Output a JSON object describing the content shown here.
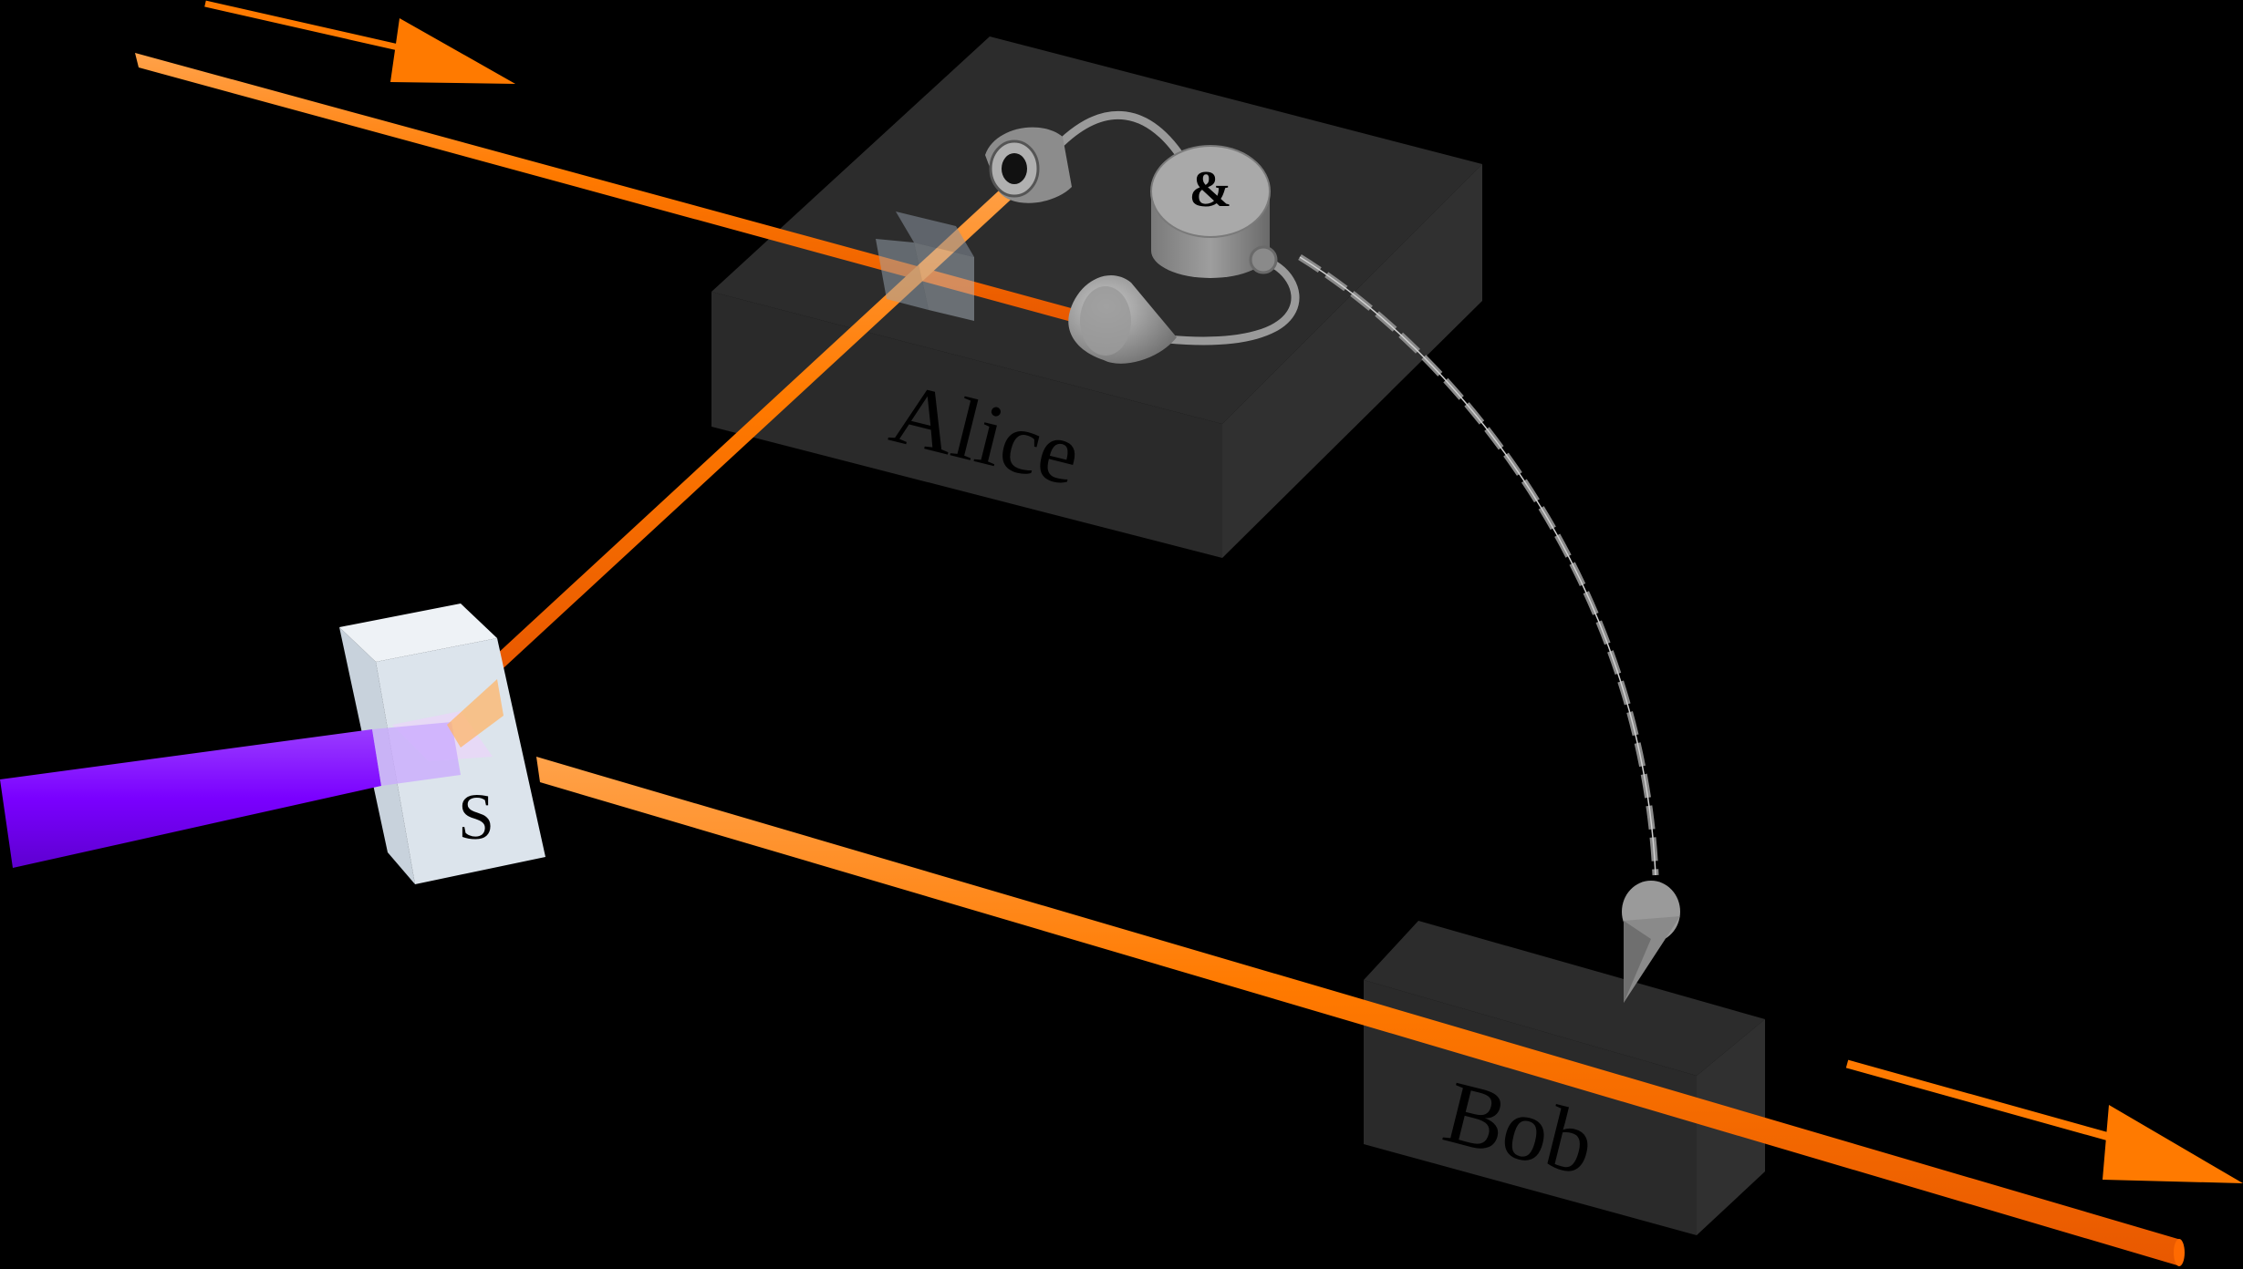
{
  "labels": {
    "alice": "Alice",
    "bob": "Bob",
    "source": "S",
    "coincidence": "&"
  },
  "colors": {
    "background": "#000000",
    "beam": "#ff7a00",
    "pump": "#7a00ff",
    "box": "#2b2b2b",
    "detector": "#8c8c8c",
    "crystal": "#d8e2ec"
  },
  "icons": {
    "source_crystal": "cube",
    "beam_splitter": "cube",
    "detectors": "cone",
    "coincidence_counter": "cylinder",
    "classical_link": "dashed-arc-arrow",
    "direction_markers": "arrow"
  }
}
